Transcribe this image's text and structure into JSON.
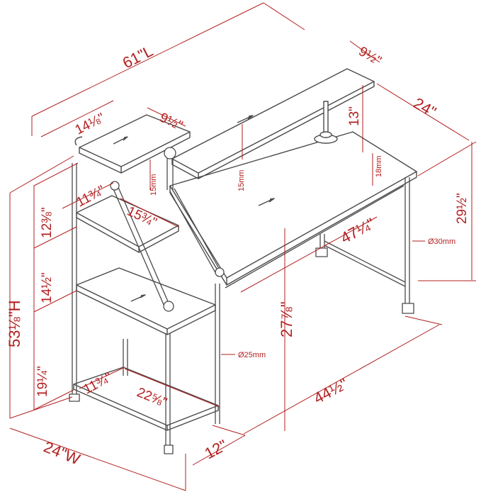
{
  "colors": {
    "dimension": "#b21f1f",
    "outline": "#4a4a4a",
    "background": "#ffffff"
  },
  "dimensions": {
    "overall_length": "61\"L",
    "overall_height": "53⅛\"H",
    "overall_width": "24\"W",
    "desk_depth": "24\"",
    "desk_height": "29½\"",
    "monitor_shelf_depth": "9½\"",
    "monitor_shelf_height": "13\"",
    "top_shelf_length": "14⅛\"",
    "top_shelf_depth": "9½\"",
    "shelf_gap_1": "12⅜\"",
    "shelf_gap_2": "14½\"",
    "shelf_gap_3": "19¼\"",
    "shelf_depth_upper": "11¾\"",
    "shelf_length_upper": "15¾\"",
    "shelf_depth_lower": "11¾\"",
    "shelf_length_lower": "22⅝\"",
    "desk_length": "47¼\"",
    "under_desk_clearance": "27⅞\"",
    "desk_floor_length": "44½\"",
    "shelf_unit_width": "12\"",
    "board_15mm_a": "15mm",
    "board_15mm_b": "15mm",
    "board_18mm": "18mm",
    "pipe_30mm": "Ø30mm",
    "pipe_25mm": "Ø25mm"
  }
}
